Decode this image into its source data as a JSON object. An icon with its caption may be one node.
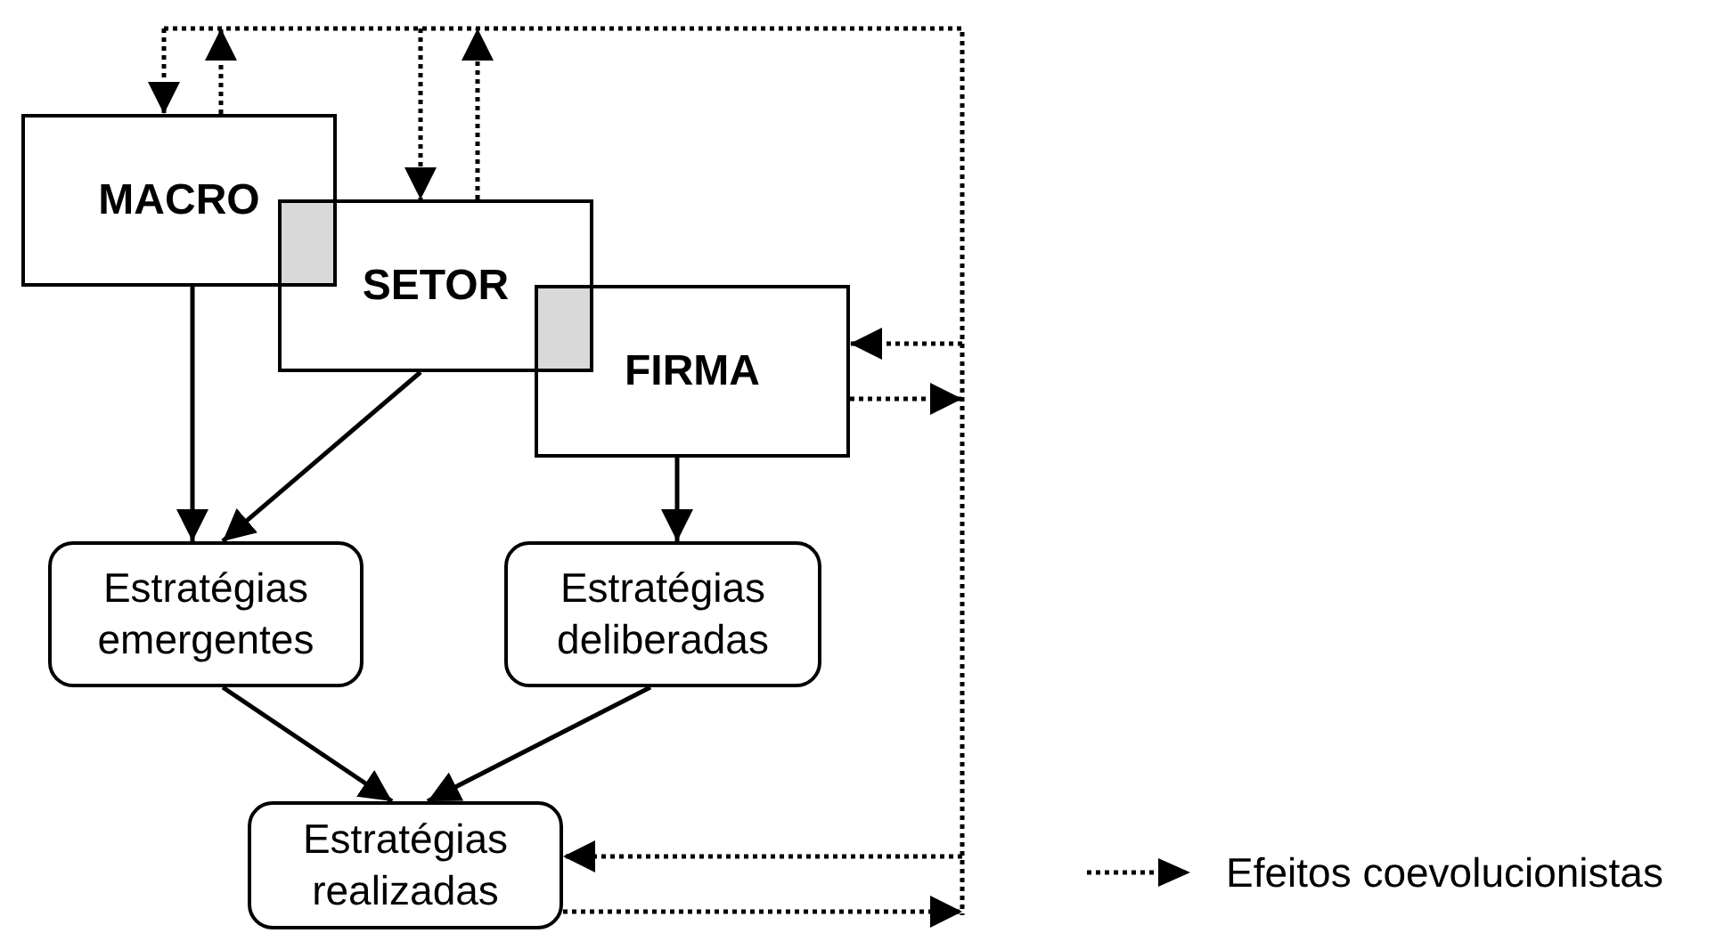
{
  "diagram": {
    "nodes": [
      {
        "text": [
          "MACRO"
        ]
      },
      {
        "text": [
          "SETOR"
        ]
      },
      {
        "text": [
          "FIRMA"
        ]
      },
      {
        "text": [
          "Estratégias emergentes"
        ]
      },
      {
        "text": [
          "Estratégias deliberadas"
        ]
      },
      {
        "text": [
          "Estratégias realizadas"
        ]
      }
    ],
    "edges": [
      {
        "from": 0,
        "to": 3,
        "arrow": "to"
      },
      {
        "from": 1,
        "to": 3,
        "arrow": "to"
      },
      {
        "from": 2,
        "to": 4,
        "arrow": "to"
      },
      {
        "from": 3,
        "to": 5,
        "arrow": "to"
      },
      {
        "from": 4,
        "to": 5,
        "arrow": "to"
      },
      {
        "from": null,
        "to": 0,
        "arrow": "to",
        "style": "dashed"
      },
      {
        "from": 0,
        "to": null,
        "arrow": "to",
        "style": "dashed"
      },
      {
        "from": null,
        "to": 1,
        "arrow": "to",
        "style": "dashed"
      },
      {
        "from": 1,
        "to": null,
        "arrow": "to",
        "style": "dashed"
      },
      {
        "from": null,
        "to": 2,
        "arrow": "to",
        "style": "dashed"
      },
      {
        "from": 2,
        "to": null,
        "arrow": "to",
        "style": "dashed"
      },
      {
        "from": null,
        "to": 5,
        "arrow": "to",
        "style": "dashed"
      },
      {
        "from": 5,
        "to": null,
        "arrow": "to",
        "style": "dashed"
      }
    ],
    "legend": [
      {
        "text": "Efeitos coevolucionistas"
      }
    ]
  }
}
